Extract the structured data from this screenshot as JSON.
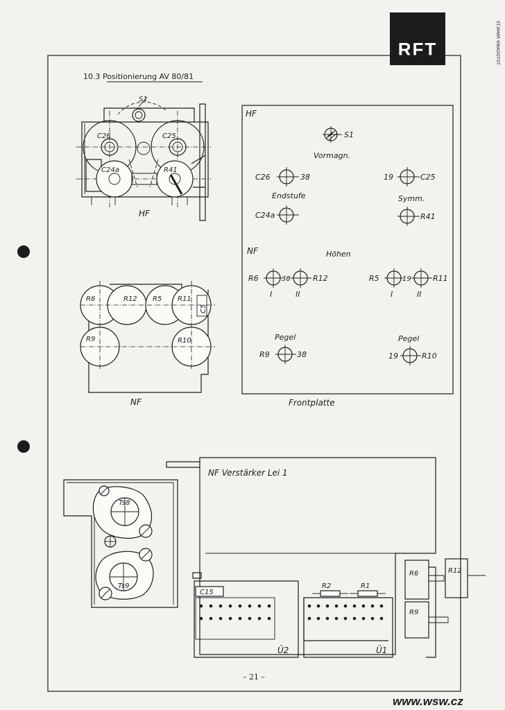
{
  "logo": "RFT",
  "side_stamp": "ST.AMAR KNIADOTOT",
  "section_title": "10.3 Positionierung AV 80/81",
  "hf": {
    "caption": "HF",
    "labels": {
      "s1": "S1",
      "c26": "C26",
      "c25": "C25",
      "c24a": "C24a",
      "r41": "R41"
    }
  },
  "nf": {
    "caption": "NF",
    "labels": {
      "r6": "R6",
      "r12": "R12",
      "r5": "R5",
      "r11": "R11",
      "c5": "C5",
      "r9": "R9",
      "r10": "R10"
    }
  },
  "frontplatte": {
    "caption": "Frontplatte",
    "hf_heading": "HF",
    "s1": "S1",
    "vormagn": "Vormagn.",
    "c26": "C26",
    "n38a": "38",
    "n19a": "19",
    "c25": "C25",
    "endstufe": "Endstufe",
    "symm": "Symm.",
    "c24a": "C24a",
    "r41": "R41",
    "nf_heading": "NF",
    "hoehen": "Höhen",
    "r6": "R6",
    "n38b": "38",
    "r12": "R12",
    "r5": "R5",
    "n19b": "19",
    "r11": "R11",
    "roman1a": "I",
    "roman2a": "II",
    "roman1b": "I",
    "roman2b": "II",
    "pegel_left": "Pegel",
    "pegel_right": "Pegel",
    "r9": "R9",
    "n38c": "38",
    "n19c": "19",
    "r10": "R10"
  },
  "amp": {
    "title": "NF Verstärker Lei 1",
    "ts8": "Ts8",
    "ts9": "Ts9",
    "c15": "C15",
    "r2": "R2",
    "r1": "R1",
    "r6": "R6",
    "r12": "R12",
    "r9": "R9",
    "u2": "Ü2",
    "u1": "Ü1"
  },
  "page_number": "– 21 –",
  "watermark": "www.wsw.cz",
  "colors": {
    "ink": "#1c1c1c",
    "paper": "#f3f2ee",
    "logo_bg": "#1c1c1c",
    "logo_fg": "#ffffff"
  }
}
